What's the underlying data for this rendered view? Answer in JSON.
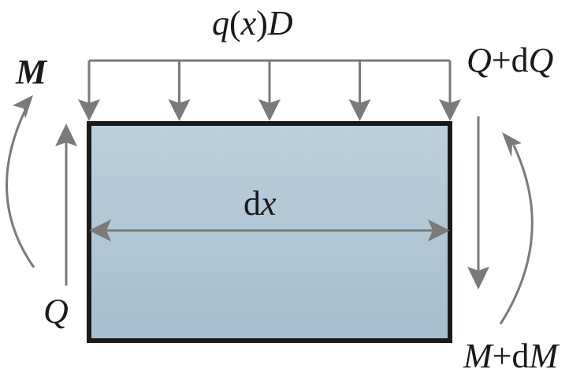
{
  "diagram": {
    "title": "Beam element free-body diagram",
    "labels": {
      "distributed_load": {
        "q": "q",
        "open": "(",
        "x": "x",
        "close": ")",
        "D": "D"
      },
      "left_moment": "M",
      "left_shear": "Q",
      "right_shear": {
        "Q1": "Q",
        "plus": "+d",
        "Q2": "Q"
      },
      "right_moment": {
        "M1": "M",
        "plus": "+d",
        "M2": "M"
      },
      "length": {
        "d": "d",
        "x": "x"
      }
    },
    "load_arrow_count": 5,
    "colors": {
      "arrow": "#7a7a7a",
      "outline": "#1a1a1a",
      "fill_top": "#bccfdc",
      "fill_bottom": "#a4bfd0",
      "text": "#1a1a1a"
    }
  }
}
